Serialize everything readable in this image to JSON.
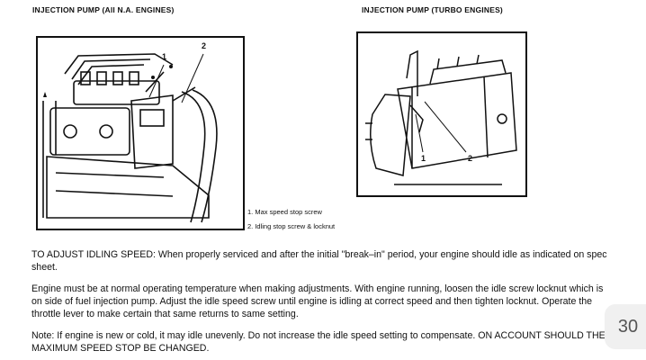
{
  "left_figure": {
    "caption": "INJECTION PUMP (All N.A. ENGINES)",
    "callouts": [
      "1",
      "2"
    ]
  },
  "right_figure": {
    "caption": "INJECTION PUMP (TURBO ENGINES)",
    "callouts": [
      "1",
      "2"
    ]
  },
  "legend": [
    "1. Max speed stop screw",
    "2. Idling stop screw & locknut"
  ],
  "paragraphs": [
    "TO ADJUST IDLING SPEED: When properly serviced and after the initial \"break–in\" period, your engine should idle as indicated on spec sheet.",
    "Engine must be at normal operating temperature when making adjustments. With engine running, loosen the idle screw locknut which is on side of fuel injection pump. Adjust the idle speed screw until engine is idling at correct speed and then tighten locknut. Operate the throttle lever to make certain that same returns to same setting.",
    "Note: If engine is new or cold, it may idle unevenly. Do not increase the idle speed setting to compensate. ON ACCOUNT SHOULD THE MAXIMUM SPEED STOP BE CHANGED."
  ],
  "page_number": "30"
}
